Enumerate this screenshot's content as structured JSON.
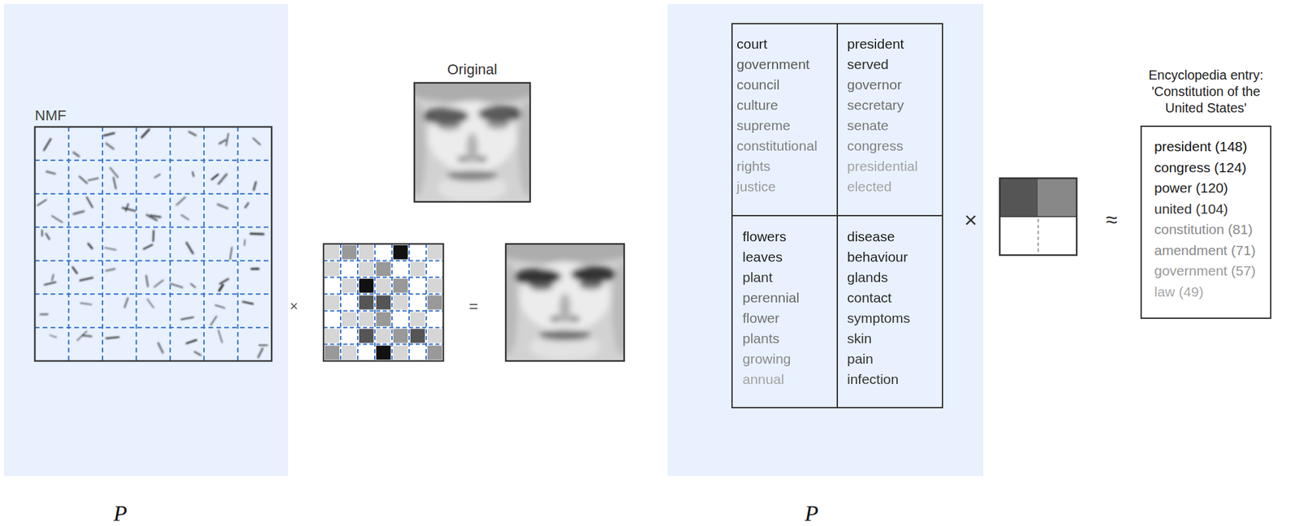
{
  "diagram": {
    "nodes": [
      {
        "text": [
          "court",
          "government",
          "council",
          "culture",
          "supreme",
          "constitutional",
          "rights",
          "justice"
        ]
      },
      {
        "text": [
          "president",
          "served",
          "governor",
          "secretary",
          "senate",
          "congress",
          "presidential",
          "elected"
        ]
      },
      {
        "text": [
          "flowers",
          "leaves",
          "plant",
          "perennial",
          "flower",
          "plants",
          "growing",
          "annual"
        ]
      },
      {
        "text": [
          "disease",
          "behaviour",
          "glands",
          "contact",
          "symptoms",
          "skin",
          "pain",
          "infection"
        ]
      },
      {
        "text": [
          "Encyclopedia entry: 'Constitution of the United States'",
          "president (148)",
          "congress (124)",
          "power (120)",
          "united (104)",
          "constitution (81)",
          "amendment (71)",
          "government (57)",
          "law (49)"
        ]
      }
    ],
    "labels": [
      "NMF",
      "Original",
      "×",
      "=",
      "P",
      "×",
      "≈",
      "P"
    ]
  }
}
